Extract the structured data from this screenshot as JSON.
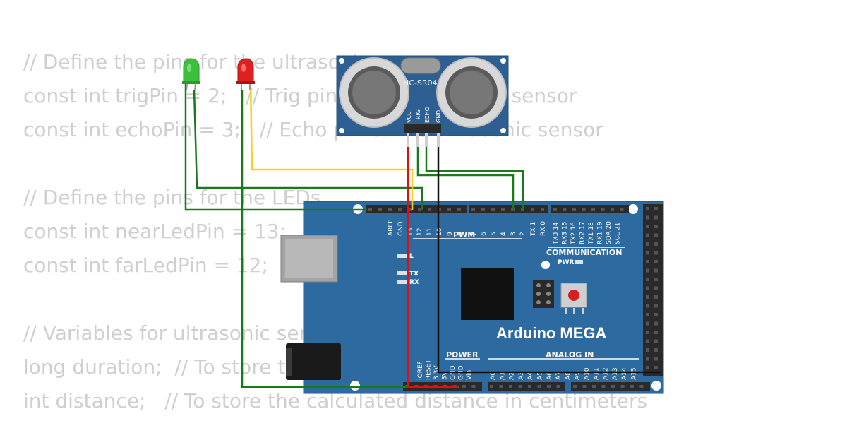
{
  "code": {
    "lines": [
      "// Define the pins for the ultrasonic sensor",
      "const int trigPin = 2;   // Trig pin of the ultrasonic sensor",
      "const int echoPin = 3;   // Echo pin of the ultrasonic sensor",
      "",
      "// Define the pins for the LEDs",
      "const int nearLedPin = 13;   // LED indicating a near object",
      "const int farLedPin = 12;    // LED indicating a far object",
      "",
      "// Variables for ultrasonic sensor",
      "long duration;  // To store the time taken for the pulse to return",
      "int distance;   // To store the calculated distance in centimeters"
    ]
  },
  "sensor": {
    "label": "HC-SR04",
    "pins": [
      "VCC",
      "TRIG",
      "ECHO",
      "GND"
    ]
  },
  "leds": {
    "near_color": "#3cbf3c",
    "far_color": "#e02020"
  },
  "board": {
    "name": "Arduino MEGA",
    "color": "#2d6aa0",
    "power_label": "POWER",
    "analog_label": "ANALOG IN",
    "pwm_label": "PWM",
    "communication_label": "COMMUNICATION",
    "pwr_led_label": "PWR",
    "led_l": "L",
    "led_tx": "TX",
    "led_rx": "RX",
    "pwm_pins": [
      "AREF",
      "GND",
      "13",
      "12",
      "11",
      "10",
      "9",
      "8",
      "7",
      "6",
      "5",
      "4",
      "3",
      "2",
      "TX 1",
      "RX 0"
    ],
    "comm_pins": [
      "TX3 14",
      "RX3 15",
      "TX2 16",
      "RX2 17",
      "TX1 18",
      "RX1 19",
      "SDA 20",
      "SCL 21"
    ],
    "power_pins": [
      "IOREF",
      "RESET",
      "3.3V",
      "5V",
      "GND",
      "GND",
      "Vin"
    ],
    "analog_pins": [
      "A0",
      "A1",
      "A2",
      "A3",
      "A4",
      "A5",
      "A6",
      "A7",
      "A8",
      "A9",
      "A10",
      "A11",
      "A12",
      "A13",
      "A14",
      "A15"
    ]
  },
  "wires": {
    "green": "#1a7a1a",
    "red": "#e01010",
    "yellow": "#f2d21b",
    "black": "#111111"
  }
}
